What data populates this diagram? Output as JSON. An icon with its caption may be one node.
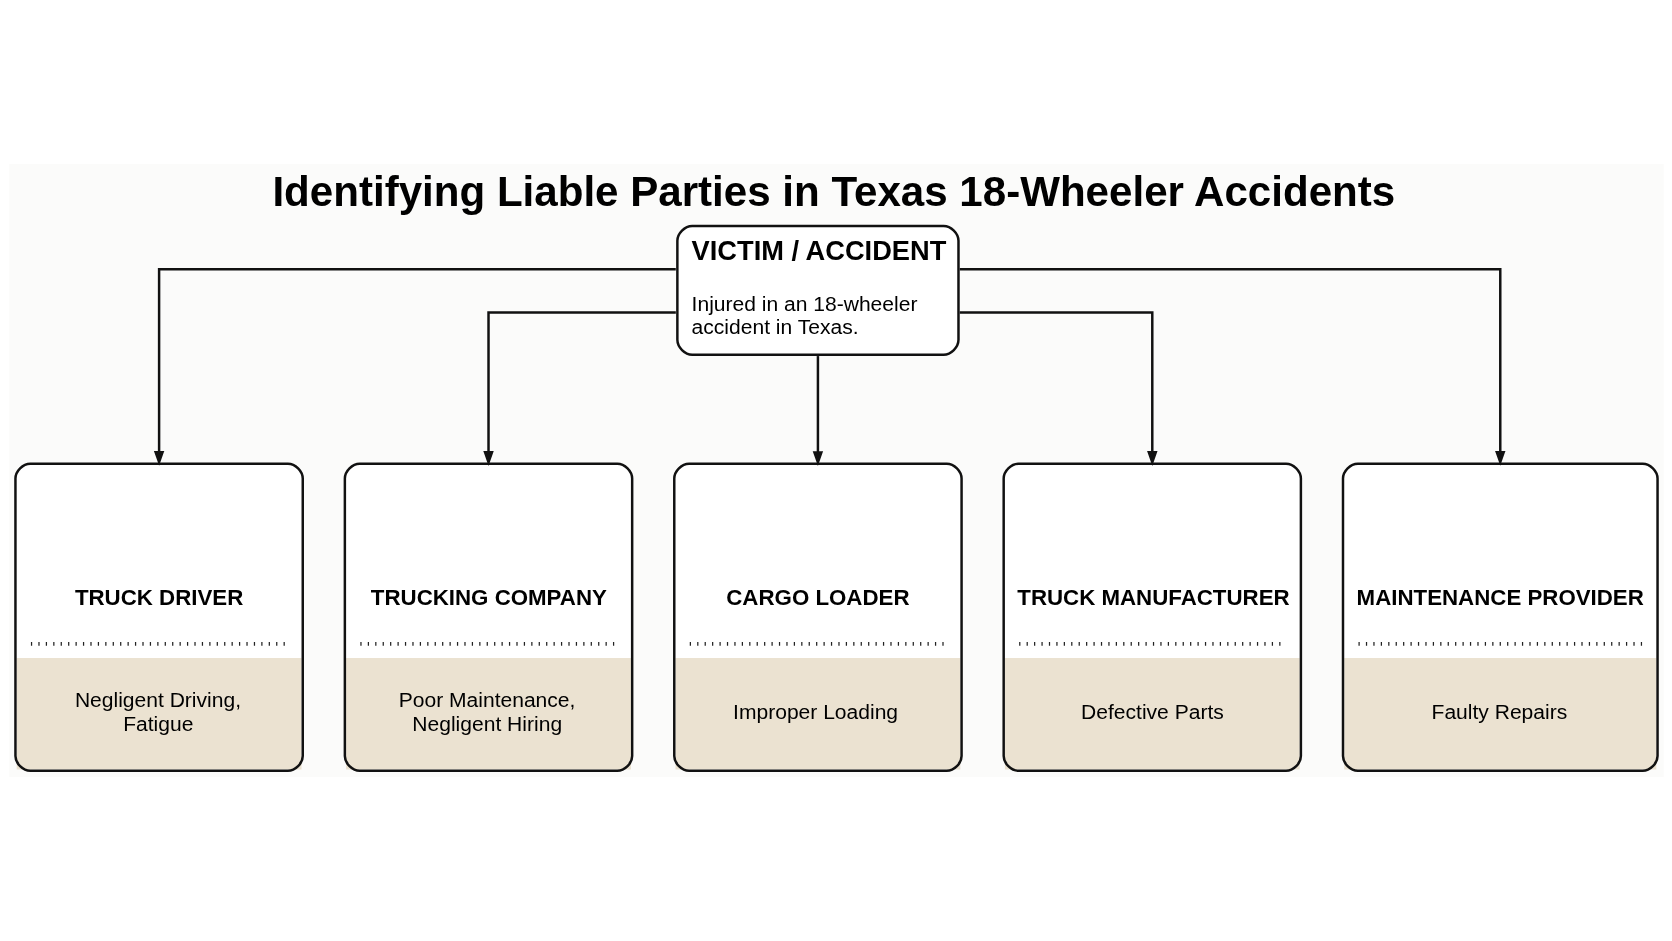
{
  "diagram": {
    "title": "Identifying Liable Parties in Texas 18-Wheeler Accidents",
    "nodes": [
      {
        "text": [
          "VICTIM / ACCIDENT",
          "Injured in an 18-wheeler accident in Texas."
        ]
      },
      {
        "text": [
          "TRUCK DRIVER",
          "Negligent Driving, Fatigue"
        ]
      },
      {
        "text": [
          "TRUCKING COMPANY",
          "Poor Maintenance, Negligent Hiring"
        ]
      },
      {
        "text": [
          "CARGO LOADER",
          "Improper Loading"
        ]
      },
      {
        "text": [
          "TRUCK MANUFACTURER",
          "Defective Parts"
        ]
      },
      {
        "text": [
          "MAINTENANCE PROVIDER",
          "Faulty Repairs"
        ]
      }
    ],
    "edges": [
      {
        "from": 0,
        "to": 1,
        "arrow": "to"
      },
      {
        "from": 0,
        "to": 2,
        "arrow": "to"
      },
      {
        "from": 0,
        "to": 3,
        "arrow": "to"
      },
      {
        "from": 0,
        "to": 4,
        "arrow": "to"
      },
      {
        "from": 0,
        "to": 5,
        "arrow": "to"
      }
    ]
  }
}
